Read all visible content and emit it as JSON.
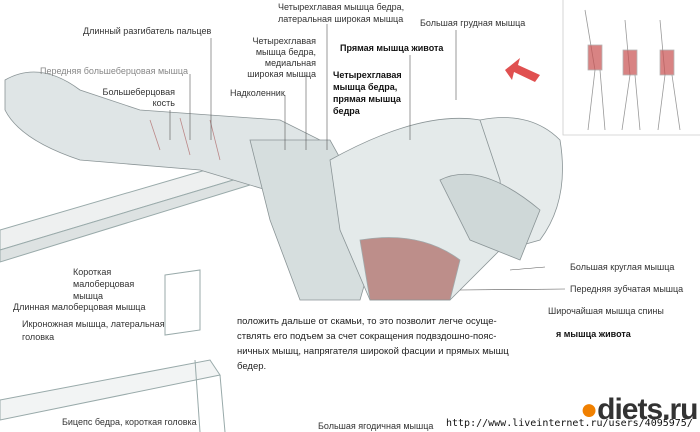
{
  "labels": {
    "quad_lateral_1": "Четырехглавая мышца бедра,",
    "quad_lateral_2": "латеральная широкая мышца",
    "pectoralis": "Большая грудная мышца",
    "ext_digitorum": "Длинный разгибатель пальцев",
    "quad_medial_1": "Четырехглавая",
    "quad_medial_2": "мышца бедра,",
    "quad_medial_3": "медиальная",
    "quad_medial_4": "широкая мышца",
    "rectus_abdominis": "Прямая мышца живота",
    "tibialis_anterior": "Передняя большеберцовая мышца",
    "rectus_femoris_1": "Четырехглавая",
    "rectus_femoris_2": "мышца бедра,",
    "rectus_femoris_3": "прямая мышца",
    "rectus_femoris_4": "бедра",
    "tibia_1": "Большеберцовая",
    "tibia_2": "кость",
    "patella": "Надколенник",
    "peroneus_brevis_1": "Короткая",
    "peroneus_brevis_2": "малоберцовая",
    "peroneus_brevis_3": "мышца",
    "peroneus_longus": "Длинная малоберцовая мышца",
    "gastrocnemius_1": "Икроножная мышца, латеральная",
    "gastrocnemius_2": "головка",
    "teres_major": "Большая круглая мышца",
    "serratus": "Передняя зубчатая мышца",
    "latissimus": "Широчайшая мышца спины",
    "rectus_abdominis_2": "я мышца живота",
    "biceps_femoris": "Бицепс бедра, короткая головка",
    "gluteus": "Большая ягодичная мышца"
  },
  "paragraph": {
    "line0": "...",
    "line1": "положить дальше от скамьи, то это позволит легче осуще-",
    "line2": "ствлять его подъем за счет сокращения подвздошно-пояс-",
    "line3": "ничных мышц, напрягателя широкой фасции и прямых мышц",
    "line4": "бедер."
  },
  "watermark": {
    "url": "http://www.liveinternet.ru/users/4095975/",
    "logo": "diets.ru"
  },
  "colors": {
    "muscle_red": "#b0706a",
    "arrow": "#e05050",
    "sketch": "#8a9496"
  }
}
